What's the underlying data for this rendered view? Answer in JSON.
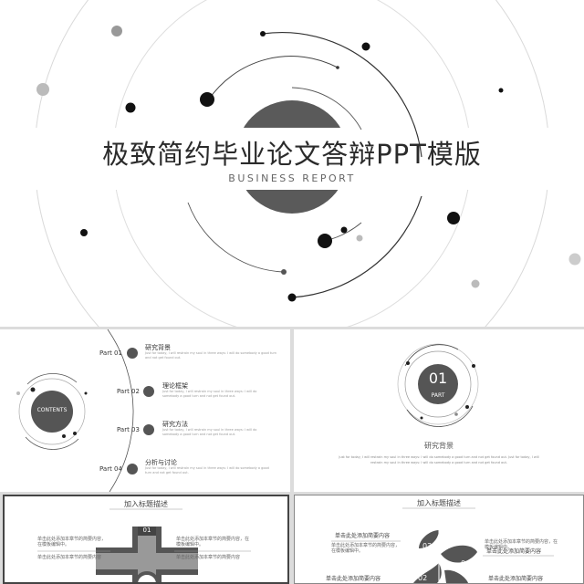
{
  "main": {
    "title": "极致简约毕业论文答辩PPT模版",
    "subtitle": "BUSINESS REPORT"
  },
  "toc": {
    "center_label": "CONTENTS",
    "items": [
      {
        "part": "Part 01",
        "heading": "研究背景",
        "desc": "Just for today, I will restrain my soul in three ways: I will do somebody a good turn and not get found out."
      },
      {
        "part": "Part 02",
        "heading": "理论框架",
        "desc": "Just for today, I will restrain my soul in three ways: I will do somebody a good turn and not get found out."
      },
      {
        "part": "Part 03",
        "heading": "研究方法",
        "desc": "Just for today, I will restrain my soul in three ways: I will do somebody a good turn and not get found out."
      },
      {
        "part": "Part 04",
        "heading": "分析与讨论",
        "desc": "Just for today, I will restrain my soul in three ways: I will do somebody a good turn and not get found out."
      }
    ]
  },
  "part": {
    "number": "01",
    "word": "PART",
    "heading": "研究背景",
    "desc": "Just for today, I will restrain my soul in three ways: I will do somebody a good turn and not get found out. Just for today, I will restrain my soul in three ways: I will do somebody a good turn and not get found out."
  },
  "slide_a": {
    "title": "加入标题描述",
    "badge": "01",
    "left_text1": "单击此处添加本章节的简要内容，在模板编辑中。",
    "right_text1": "单击此处添加本章节的简要内容，在模板编辑中。",
    "left_text2": "单击此处添加本章节的简要内容",
    "right_text2": "单击此处添加本章节的简要内容"
  },
  "slide_b": {
    "title": "加入标题描述",
    "left_head1": "单击此处添加简要内容",
    "left_text1": "单击此处添加本章节的简要内容，在模板编辑中。",
    "right_text1": "单击此处添加本章节的简要内容，在模板编辑中。",
    "right_head1": "单击此处添加简要内容",
    "left_head2": "单击此处添加简要内容",
    "right_head2": "单击此处添加简要内容",
    "leaf_labels": [
      "03",
      "04",
      "02"
    ]
  }
}
